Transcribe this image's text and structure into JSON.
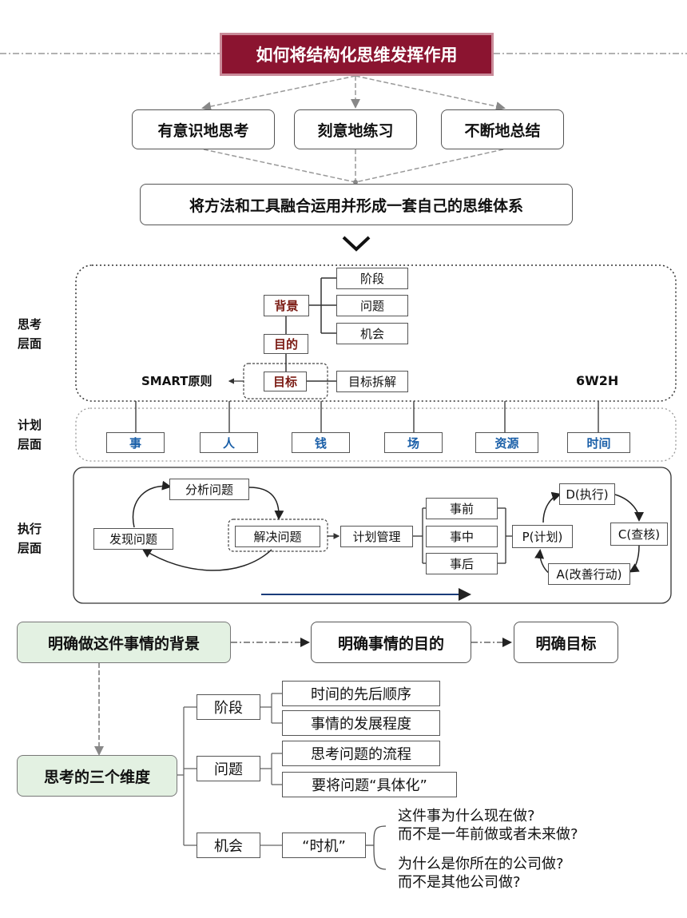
{
  "title": "如何将结构化思维发挥作用",
  "approaches": [
    "有意识地思考",
    "刻意地练习",
    "不断地总结"
  ],
  "system": "将方法和工具融合运用并形成一套自己的思维体系",
  "layers": {
    "thinking": "思考\n层面",
    "planning": "计划\n层面",
    "execution": "执行\n层面"
  },
  "thinking_layer": {
    "background": "背景",
    "background_items": [
      "阶段",
      "问题",
      "机会"
    ],
    "purpose": "目的",
    "goal": "目标",
    "goal_decompose": "目标拆解",
    "smart": "SMART原则",
    "w2h": "6W2H"
  },
  "planning_layer": [
    "事",
    "人",
    "钱",
    "场",
    "资源",
    "时间"
  ],
  "execution_layer": {
    "find": "发现问题",
    "analyze": "分析问题",
    "solve": "解决问题",
    "plan_manage": "计划管理",
    "phases": [
      "事前",
      "事中",
      "事后"
    ],
    "pdca": {
      "p": "P(计划)",
      "d": "D(执行)",
      "c": "C(查核)",
      "a": "A(改善行动)"
    }
  },
  "bottom": {
    "flow": [
      "明确做这件事情的背景",
      "明确事情的目的",
      "明确目标"
    ],
    "three_dims": "思考的三个维度",
    "dims": [
      {
        "name": "阶段",
        "items": [
          "时间的先后顺序",
          "事情的发展程度"
        ]
      },
      {
        "name": "问题",
        "items": [
          "思考问题的流程",
          "要将问题“具体化”"
        ]
      },
      {
        "name": "机会",
        "items": [
          "“时机”"
        ]
      }
    ],
    "questions": [
      [
        "这件事为什么现在做?",
        "而不是一年前做或者未来做?"
      ],
      [
        "为什么是你所在的公司做?",
        "而不是其他公司做?"
      ]
    ]
  }
}
